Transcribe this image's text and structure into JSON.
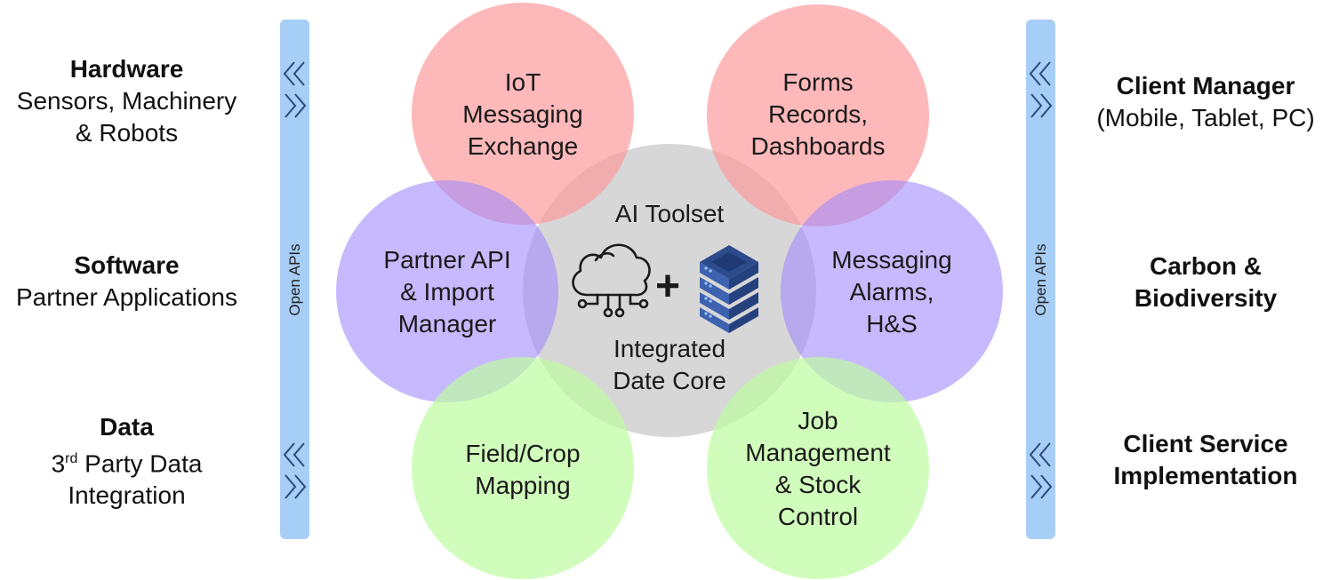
{
  "left_panel": {
    "hardware": {
      "title": "Hardware",
      "lines": [
        "Sensors, Machinery",
        "& Robots"
      ]
    },
    "software": {
      "title": "Software",
      "lines": [
        "Partner Applications"
      ]
    },
    "data": {
      "title": "Data",
      "line1_prefix": "3",
      "line1_sup": "rd",
      "line1_rest": " Party Data",
      "line2": "Integration"
    }
  },
  "right_panel": {
    "client_manager": {
      "title": "Client Manager",
      "sub": "(Mobile, Tablet, PC)"
    },
    "carbon": {
      "lines": [
        "Carbon &",
        "Biodiversity"
      ]
    },
    "client_service": {
      "lines": [
        "Client Service",
        "Implementation"
      ]
    }
  },
  "api_bars": {
    "left_label": "Open APIs",
    "right_label": "Open APIs"
  },
  "circles": {
    "iot": [
      "IoT",
      "Messaging",
      "Exchange"
    ],
    "forms": [
      "Forms",
      "Records,",
      "Dashboards"
    ],
    "partner": [
      "Partner API",
      "& Import",
      "Manager"
    ],
    "messaging": [
      "Messaging",
      "Alarms,",
      "H&S"
    ],
    "field": [
      "Field/Crop",
      "Mapping"
    ],
    "job": [
      "Job",
      "Management",
      "& Stock",
      "Control"
    ],
    "core": {
      "top": "AI Toolset",
      "plus": "+",
      "bottom": [
        "Integrated",
        "Date Core"
      ]
    }
  },
  "colors": {
    "red_circle": "#fc9a9b",
    "purple_circle": "#a28afb",
    "green_circle": "#bdfca0",
    "core_circle": "#bcbcbc",
    "api_bar": "#a7cef7",
    "server": "#2c4b8c"
  },
  "icons": [
    "cloud-network-icon",
    "server-stack-icon",
    "chevron-left-double-icon",
    "chevron-right-double-icon"
  ]
}
